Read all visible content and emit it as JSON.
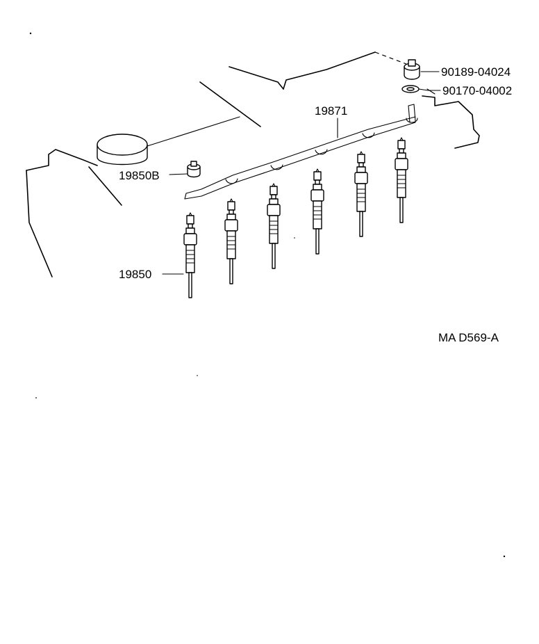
{
  "labels": {
    "nut_part_no": "90189-04024",
    "washer_part_no": "90170-04002",
    "busbar_part_no": "19871",
    "terminal_nut_part_no": "19850B",
    "glow_plug_part_no": "19850",
    "diagram_code": "MA D569-A"
  }
}
